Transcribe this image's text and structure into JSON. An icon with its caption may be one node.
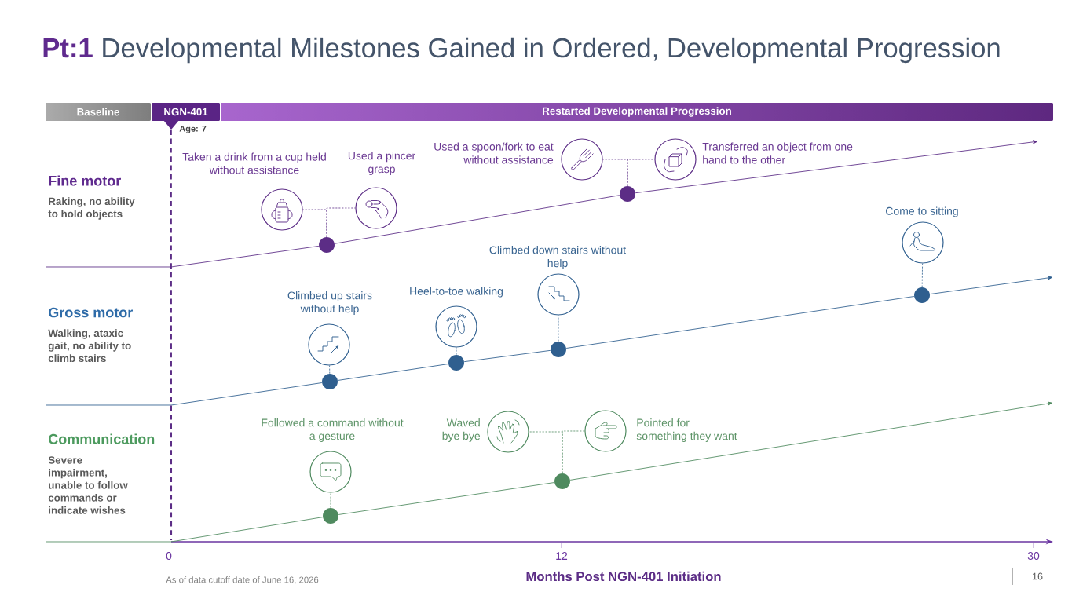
{
  "diagram": {
    "title": "**Pt:1** Developmental Milestones Gained in Ordered, Developmental Progression",
    "nodes": [
      {
        "text": [
          "Baseline"
        ]
      },
      {
        "text": [
          "NGN-401"
        ],
        "beside": [
          "Age: 7"
        ]
      },
      {
        "text": [
          "Restarted Developmental Progression"
        ]
      },
      {
        "text": [
          "Taken a drink from a cup held without assistance"
        ]
      },
      {
        "text": [
          "Used a pincer grasp"
        ]
      },
      {
        "text": [
          "Used a spoon/fork to eat without assistance"
        ]
      },
      {
        "text": [
          "Transferred an object from one hand to the other"
        ]
      },
      {
        "text": [],
        "shape": "circle"
      },
      {
        "text": [],
        "shape": "circle"
      },
      {
        "text": [
          "Climbed up stairs without help"
        ]
      },
      {
        "text": [
          "Heel-to-toe walking"
        ]
      },
      {
        "text": [
          "Climbed down stairs without help"
        ]
      },
      {
        "text": [
          "Come to sitting"
        ]
      },
      {
        "text": [],
        "shape": "circle"
      },
      {
        "text": [],
        "shape": "circle"
      },
      {
        "text": [],
        "shape": "circle"
      },
      {
        "text": [],
        "shape": "circle"
      },
      {
        "text": [
          "Followed a command without a gesture"
        ]
      },
      {
        "text": [
          "Waved bye bye"
        ]
      },
      {
        "text": [
          "Pointed for something they want"
        ]
      },
      {
        "text": [],
        "shape": "circle"
      },
      {
        "text": [],
        "shape": "circle"
      }
    ],
    "edges": [
      {
        "from": 7,
        "to": 3,
        "arrow": "none",
        "style": "dashed",
        "color": "#5c2d86"
      },
      {
        "from": 7,
        "to": 4,
        "arrow": "none",
        "style": "dashed",
        "color": "#5c2d86"
      },
      {
        "from": 8,
        "to": 5,
        "arrow": "none",
        "style": "dashed",
        "color": "#5c2d86"
      },
      {
        "from": 8,
        "to": 6,
        "arrow": "none",
        "style": "dashed",
        "color": "#5c2d86"
      },
      {
        "from": 13,
        "to": 9,
        "arrow": "none",
        "style": "dashed"
      },
      {
        "from": 14,
        "to": 10,
        "arrow": "none",
        "style": "dashed"
      },
      {
        "from": 15,
        "to": 11,
        "arrow": "none",
        "style": "dashed"
      },
      {
        "from": 16,
        "to": 12,
        "arrow": "none",
        "style": "dashed"
      },
      {
        "from": 20,
        "to": 17,
        "arrow": "none",
        "style": "dashed",
        "color": "#4f8a5f"
      },
      {
        "from": 21,
        "to": 18,
        "arrow": "none",
        "style": "dashed",
        "color": "#4f8a5f"
      },
      {
        "from": 21,
        "to": 19,
        "arrow": "none",
        "style": "dashed",
        "color": "#4f8a5f"
      },
      {
        "from": null,
        "to": 7,
        "arrow": "none",
        "color": "#5c2d86"
      },
      {
        "from": 7,
        "to": 8,
        "arrow": "none",
        "color": "#5c2d86"
      },
      {
        "from": 8,
        "to": null,
        "arrow": "to",
        "color": "#5c2d86"
      },
      {
        "from": null,
        "to": 13,
        "arrow": "none"
      },
      {
        "from": 13,
        "to": 14,
        "arrow": "none"
      },
      {
        "from": 14,
        "to": 15,
        "arrow": "none"
      },
      {
        "from": 15,
        "to": 16,
        "arrow": "none"
      },
      {
        "from": 16,
        "to": null,
        "arrow": "to"
      },
      {
        "from": null,
        "to": 20,
        "arrow": "none",
        "color": "#4f8a5f"
      },
      {
        "from": 20,
        "to": 21,
        "arrow": "none",
        "color": "#4f8a5f"
      },
      {
        "from": 21,
        "to": null,
        "arrow": "to",
        "color": "#4f8a5f"
      },
      {
        "from": 1,
        "to": null,
        "arrow": "none",
        "style": "dashed",
        "color": "#5c2d86"
      }
    ],
    "labels": [
      "Fine motor",
      "Raking, no ability to hold objects",
      "Gross motor",
      "Walking, ataxic gait, no ability to climb stairs",
      "Communication",
      "Severe impairment, unable to follow commands or indicate wishes",
      "0",
      "12",
      "30",
      "Months Post NGN-401 Initiation",
      "As of data cutoff date of June 16, 2026",
      "16"
    ]
  }
}
